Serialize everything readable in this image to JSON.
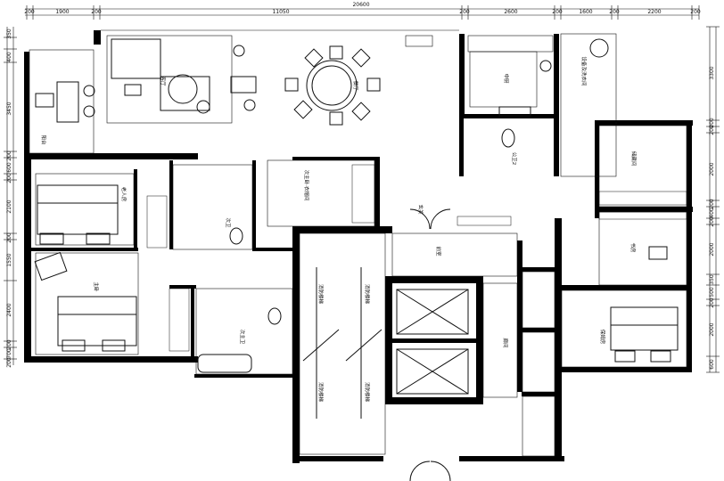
{
  "dimensions": {
    "top_total": "20600",
    "top_segments": [
      "200",
      "1900",
      "200",
      "11050",
      "200",
      "2600",
      "200",
      "1600",
      "200",
      "2200",
      "200"
    ],
    "left_segments": [
      "350",
      "400",
      "3450",
      "200",
      "600",
      "200",
      "2100",
      "200",
      "1550",
      "2400",
      "200",
      "700",
      "200"
    ],
    "right_segments": [
      "3300",
      "200",
      "200",
      "2000",
      "200",
      "400",
      "200",
      "2000",
      "350",
      "500",
      "200",
      "2000",
      "600"
    ]
  },
  "rooms": {
    "living": "客厅",
    "dining": "餐厅",
    "balcony": "阳台",
    "kitchen": "中厨",
    "equipment_platform": "设备及洗衣间",
    "public_bath": "公卫2",
    "storage": "储藏间",
    "study": "书房",
    "nanny": "保姆房",
    "elderly": "老人房",
    "bath1": "次卫",
    "walkin": "次主卧·衣帽间",
    "master": "主卧",
    "master_bath": "次主卫",
    "foyer": "玄关",
    "front_hall": "前室",
    "corridor": "廊间",
    "stair_label": "消防楼梯"
  }
}
